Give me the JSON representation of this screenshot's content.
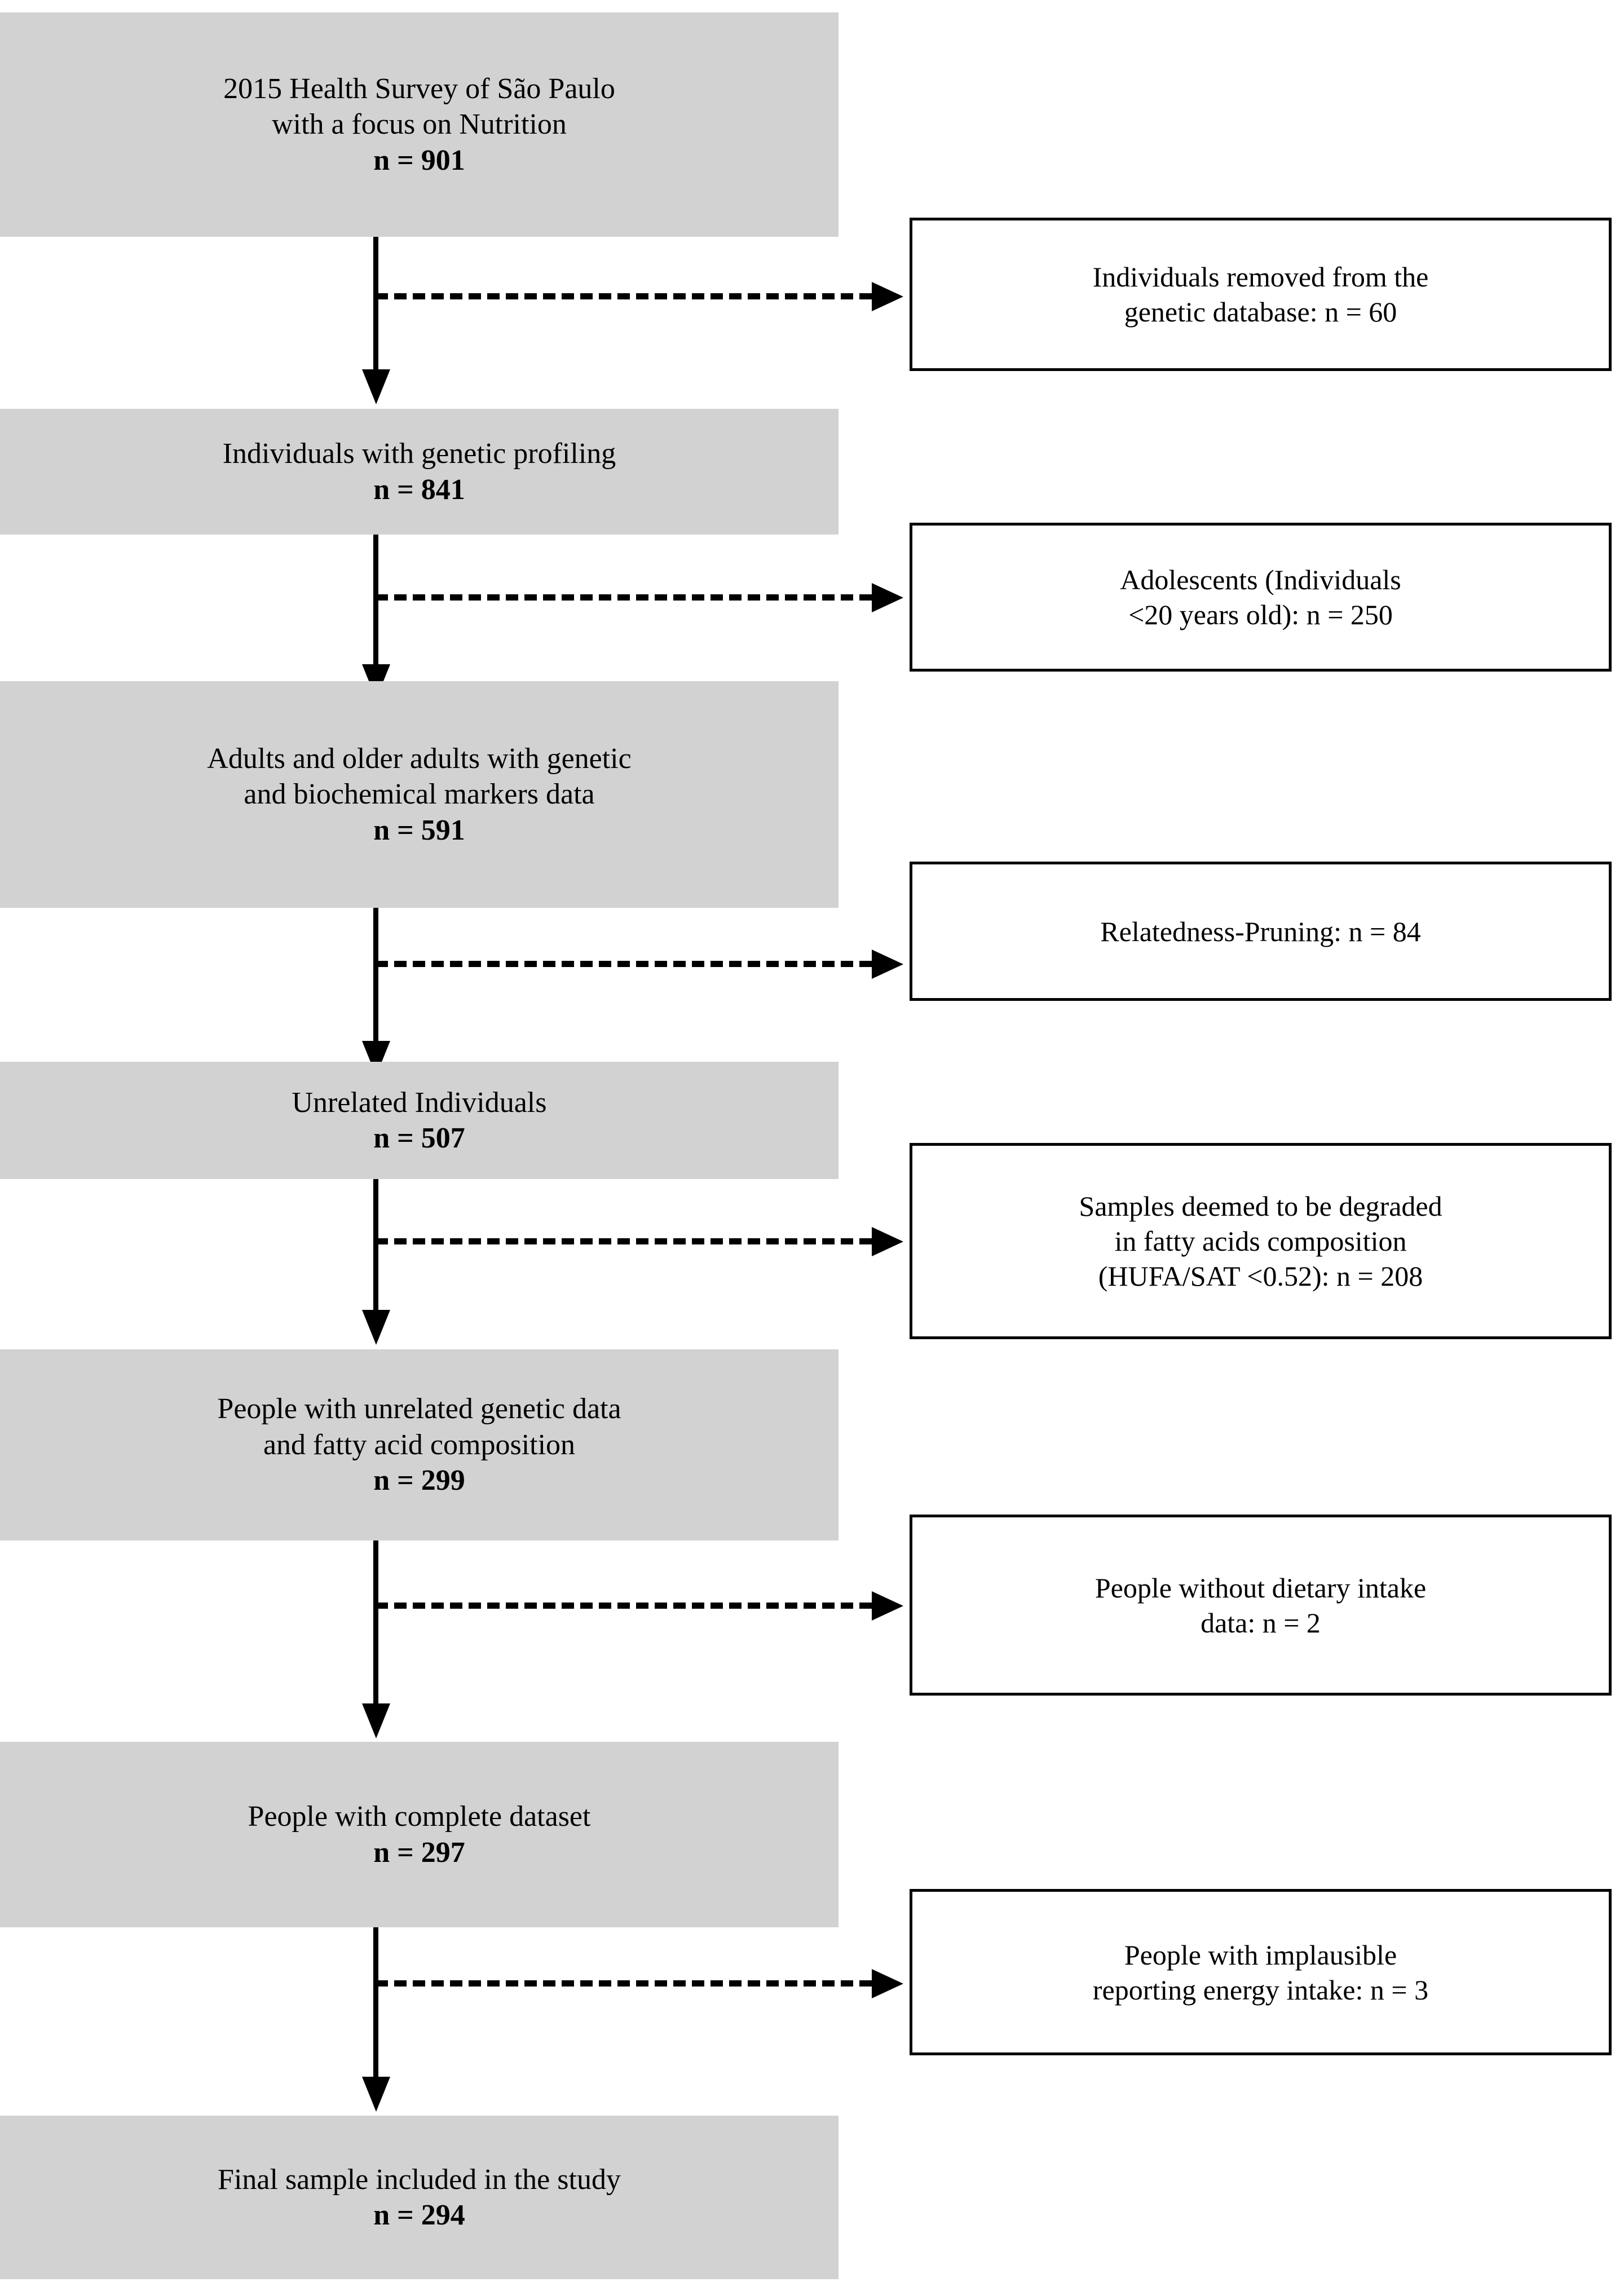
{
  "figure": {
    "type": "flowchart",
    "orientation": "vertical-with-right-exclusions",
    "colors": {
      "node_fill": "#d2d2d2",
      "exclusion_fill": "#ffffff",
      "border": "#000000",
      "text": "#000000"
    }
  },
  "nodes": [
    {
      "id": "node-survey",
      "line1": "2015 Health Survey of São Paulo",
      "line2": "with a focus on Nutrition",
      "n_label": "n = 901",
      "n_value": 901
    },
    {
      "id": "node-genetic-profiling",
      "line1": "Individuals with genetic profiling",
      "line2": "",
      "n_label": "n = 841",
      "n_value": 841
    },
    {
      "id": "node-adults-markers",
      "line1": "Adults and older adults with genetic",
      "line2": "and biochemical markers data",
      "n_label": "n = 591",
      "n_value": 591
    },
    {
      "id": "node-unrelated",
      "line1": "Unrelated Individuals",
      "line2": "",
      "n_label": "n = 507",
      "n_value": 507
    },
    {
      "id": "node-fatty-acid",
      "line1": "People with unrelated genetic data",
      "line2": "and fatty acid composition",
      "n_label": "n = 299",
      "n_value": 299
    },
    {
      "id": "node-complete-dataset",
      "line1": "People with complete dataset",
      "line2": "",
      "n_label": "n = 297",
      "n_value": 297
    },
    {
      "id": "node-final-sample",
      "line1": "Final sample included in the study",
      "line2": "",
      "n_label": "n = 294",
      "n_value": 294
    }
  ],
  "exclusions": [
    {
      "id": "excl-removed-genetic-db",
      "line1": "Individuals removed from the",
      "line2": "genetic database: n = 60",
      "line3": "",
      "n_value": 60
    },
    {
      "id": "excl-adolescents",
      "line1": "Adolescents (Individuals",
      "line2": "<20 years old): n = 250",
      "line3": "",
      "n_value": 250
    },
    {
      "id": "excl-relatedness-pruning",
      "line1": "Relatedness-Pruning: n = 84",
      "line2": "",
      "line3": "",
      "n_value": 84
    },
    {
      "id": "excl-degraded-samples",
      "line1": "Samples deemed to be degraded",
      "line2": "in fatty acids composition",
      "line3": "(HUFA/SAT <0.52): n = 208",
      "n_value": 208
    },
    {
      "id": "excl-no-dietary-intake",
      "line1": "People without dietary intake",
      "line2": "data: n = 2",
      "line3": "",
      "n_value": 2
    },
    {
      "id": "excl-implausible-energy",
      "line1": "People with implausible",
      "line2": "reporting energy intake: n = 3",
      "line3": "",
      "n_value": 3
    }
  ]
}
